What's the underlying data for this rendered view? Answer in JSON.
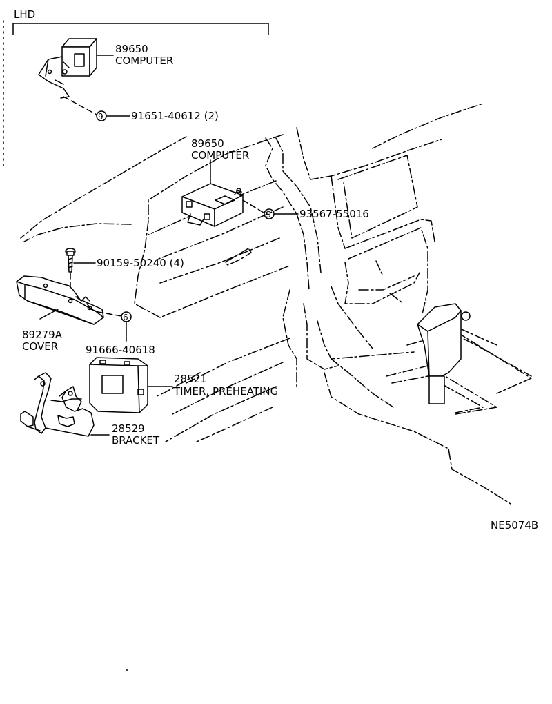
{
  "section": {
    "label": "LHD"
  },
  "figure_code": "NE5074B",
  "callouts": [
    {
      "id": "computer-lhd-number",
      "text": "89650"
    },
    {
      "id": "computer-lhd-name",
      "text": "COMPUTER"
    },
    {
      "id": "bolt-lhd",
      "text": "91651-40612 (2)"
    },
    {
      "id": "computer-number",
      "text": "89650"
    },
    {
      "id": "computer-name",
      "text": "COMPUTER"
    },
    {
      "id": "nut",
      "text": "93567-55016"
    },
    {
      "id": "screw",
      "text": "90159-50240 (4)"
    },
    {
      "id": "cover-number",
      "text": "89279A"
    },
    {
      "id": "cover-name",
      "text": "COVER"
    },
    {
      "id": "bolt",
      "text": "91666-40618"
    },
    {
      "id": "timer-number",
      "text": "28521"
    },
    {
      "id": "timer-name",
      "text": "TIMER, PREHEATING"
    },
    {
      "id": "bracket-number",
      "text": "28529"
    },
    {
      "id": "bracket-name",
      "text": "BRACKET"
    }
  ],
  "symbols": {
    "s1": "9",
    "s2": "S",
    "s3": "6"
  },
  "icons": [
    "circled-symbol-icon"
  ]
}
